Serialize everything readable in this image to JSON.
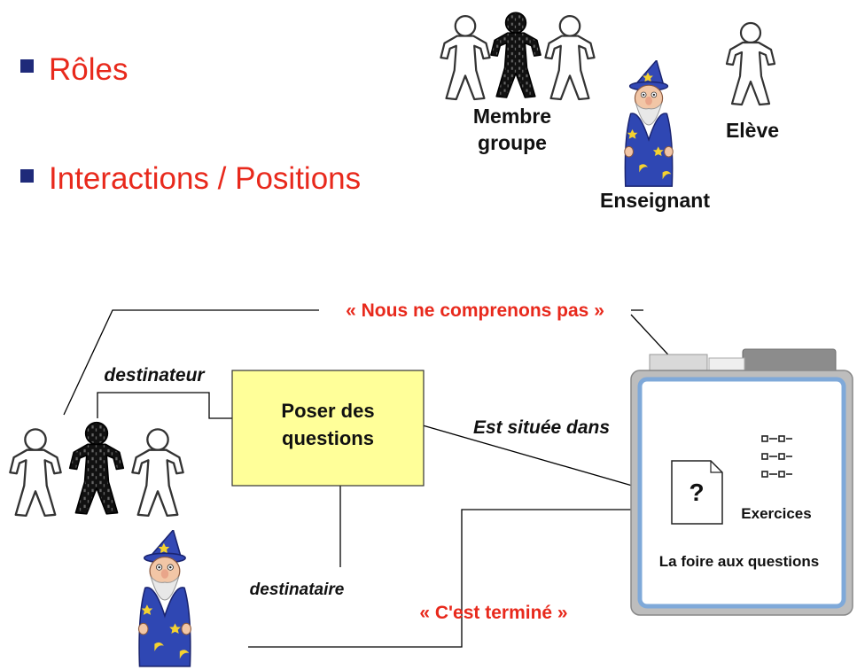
{
  "bullets": [
    {
      "text": "Rôles"
    },
    {
      "text": "Interactions / Positions"
    }
  ],
  "legend": {
    "member_label_line1": "Membre",
    "member_label_line2": "groupe",
    "student_label": "Elève",
    "teacher_label": "Enseignant"
  },
  "diagram": {
    "quote_top": "« Nous ne comprenons pas »",
    "sender_label": "destinateur",
    "action_line1": "Poser des",
    "action_line2": "questions",
    "located_label": "Est située dans",
    "recipient_label": "destinataire",
    "quote_bottom": "« C'est terminé »",
    "question_mark": "?",
    "exercises_label": "Exercices",
    "faq_label": "La foire aux questions"
  },
  "colors": {
    "bullet_text": "#e8291c",
    "bullet_square": "#1f2a7a",
    "quote_text": "#e8291c",
    "action_box_fill": "#ffff99",
    "panel_fill": "#ffffff",
    "panel_border": "#7fa9d9",
    "panel_frame": "#a9a9a9"
  },
  "icons": {
    "person": "outline-person-icon",
    "member_core": "binary-person-icon",
    "teacher": "wizard-icon",
    "question_doc": "question-document-icon",
    "exercise_list": "exercise-list-icon"
  }
}
